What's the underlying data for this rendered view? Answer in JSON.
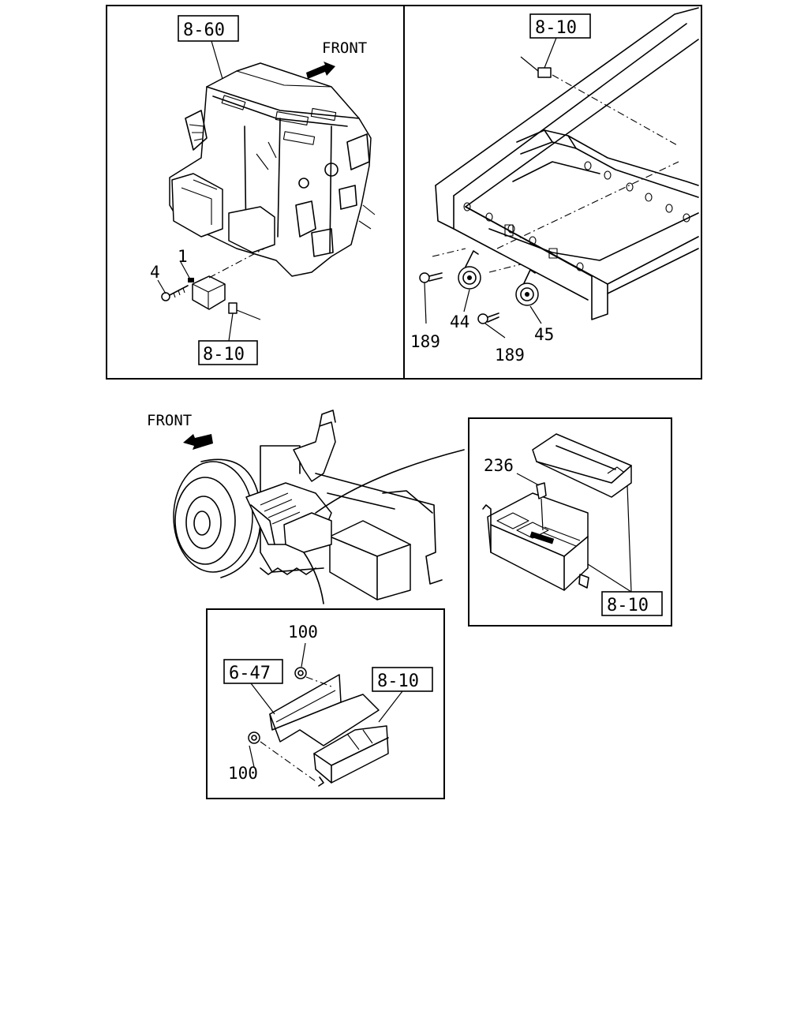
{
  "labels": {
    "front_top": "FRONT",
    "front_bottom": "FRONT",
    "ref_8_60": "8-60",
    "ref_8_10_a": "8-10",
    "ref_8_10_b": "8-10",
    "ref_8_10_c": "8-10",
    "ref_8_10_d": "8-10",
    "ref_6_47": "6-47",
    "part_1": "1",
    "part_4": "4",
    "part_44": "44",
    "part_45": "45",
    "part_189_a": "189",
    "part_189_b": "189",
    "part_236": "236",
    "part_100_a": "100",
    "part_100_b": "100"
  }
}
